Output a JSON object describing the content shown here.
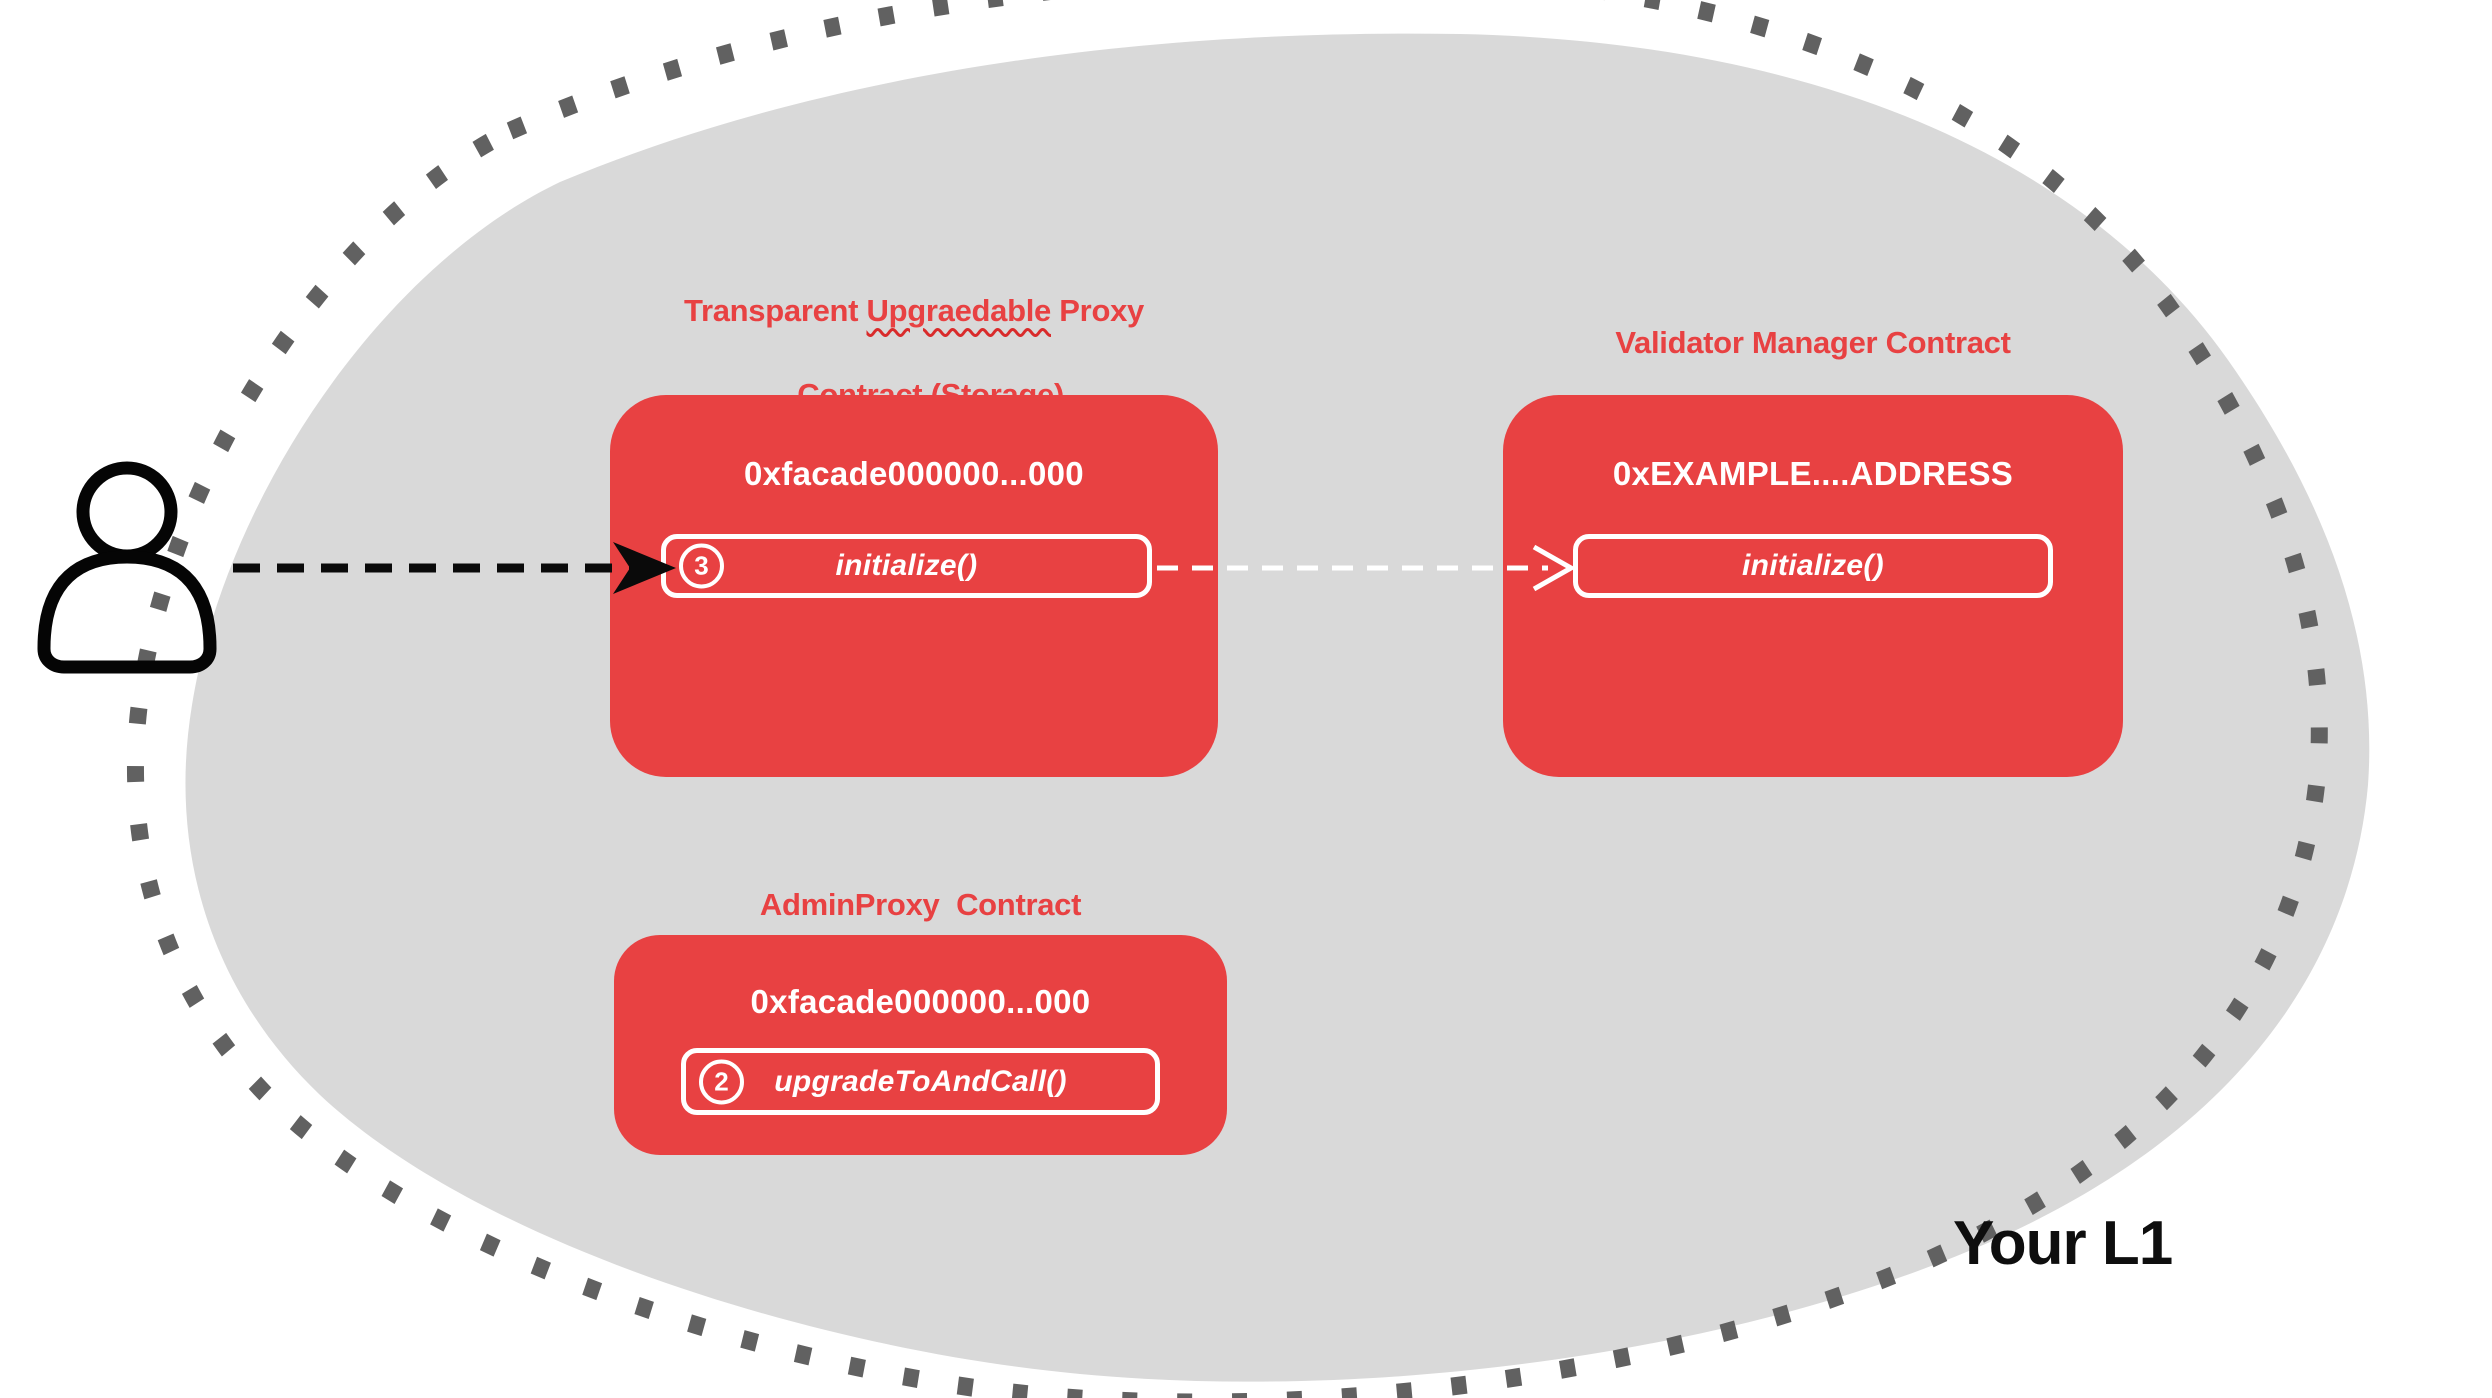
{
  "colors": {
    "red": "#E84142",
    "gray": "#D9D9D9",
    "dash": "#616161",
    "ink": "#0E0E0E"
  },
  "region_label": "Your L1",
  "actor": {
    "icon": "user-icon"
  },
  "contracts": [
    {
      "title_pre": "Transparent ",
      "title_wavy": "Upgraedable",
      "title_post": " Proxy",
      "title_line2": "Contract (Storage)",
      "address": "0xfacade000000...000",
      "step": "3",
      "method": "initialize()"
    },
    {
      "title": "Validator Manager Contract",
      "address": "0xEXAMPLE....ADDRESS",
      "method": "initialize()"
    },
    {
      "title": "AdminProxy  Contract",
      "address": "0xfacade000000...000",
      "step": "2",
      "method": "upgradeToAndCall()"
    }
  ],
  "arrows": [
    {
      "name": "user-call-arrow",
      "style": "black-dashed"
    },
    {
      "name": "proxy-delegate-arrow",
      "style": "white-dashed"
    }
  ]
}
